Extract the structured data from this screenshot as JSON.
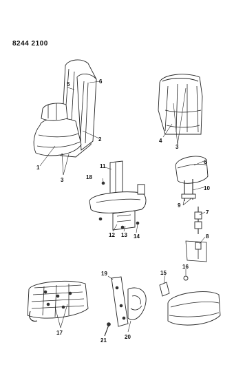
{
  "document": {
    "id": "8244 2100"
  },
  "callouts": [
    "1",
    "2",
    "3",
    "4",
    "5",
    "6",
    "7",
    "8",
    "9",
    "10",
    "11",
    "12",
    "13",
    "14",
    "15",
    "16",
    "17",
    "18",
    "19",
    "20",
    "21"
  ]
}
